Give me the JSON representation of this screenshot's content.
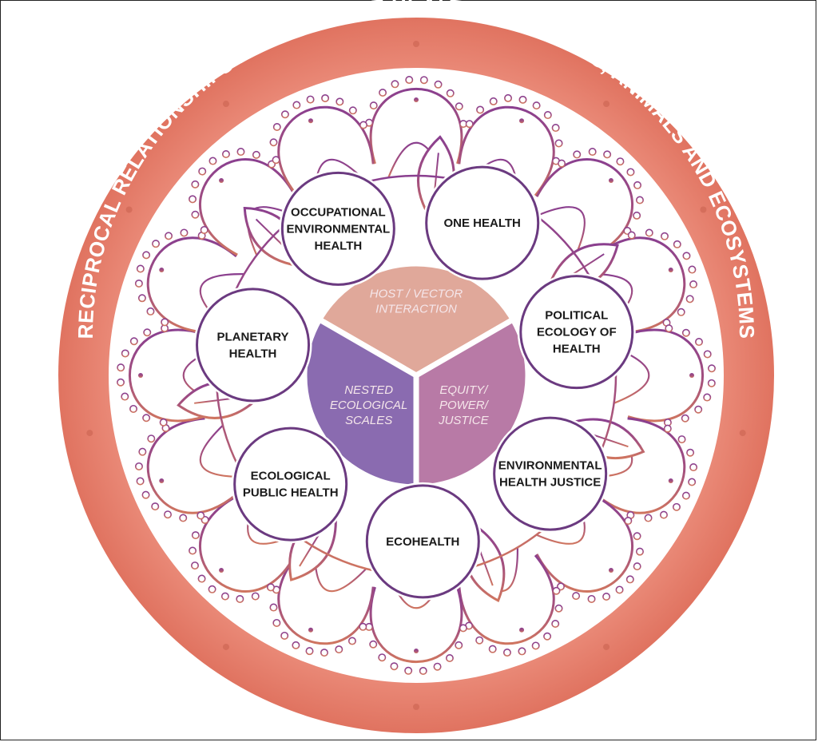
{
  "title": "RECIPROCAL RELATIONSHIPS BETWEEN THE HEALTH OF HUMANS, ANIMALS AND ECOSYSTEMS",
  "colors": {
    "outer_ring": "#e8806e",
    "ring_dark": "#c9604f",
    "mandala_stroke_top": "#8a3f8f",
    "mandala_stroke_bottom": "#c9705e",
    "node_border": "#6b3a80",
    "segment_top": "#e0a89a",
    "segment_left": "#8a6bb0",
    "segment_right": "#b87aa6"
  },
  "center": {
    "segments": [
      {
        "lines": [
          "HOST / VECTOR",
          "INTERACTION"
        ]
      },
      {
        "lines": [
          "NESTED",
          "ECOLOGICAL",
          "SCALES"
        ]
      },
      {
        "lines": [
          "EQUITY/",
          "POWER/",
          "JUSTICE"
        ]
      }
    ]
  },
  "nodes": [
    {
      "lines": [
        "OCCUPATIONAL",
        "ENVIRONMENTAL",
        "HEALTH"
      ]
    },
    {
      "lines": [
        "ONE HEALTH"
      ]
    },
    {
      "lines": [
        "POLITICAL",
        "ECOLOGY OF",
        "HEALTH"
      ]
    },
    {
      "lines": [
        "ENVIRONMENTAL",
        "HEALTH JUSTICE"
      ]
    },
    {
      "lines": [
        "ECOHEALTH"
      ]
    },
    {
      "lines": [
        "ECOLOGICAL",
        "PUBLIC HEALTH"
      ]
    },
    {
      "lines": [
        "PLANETARY",
        "HEALTH"
      ]
    }
  ]
}
